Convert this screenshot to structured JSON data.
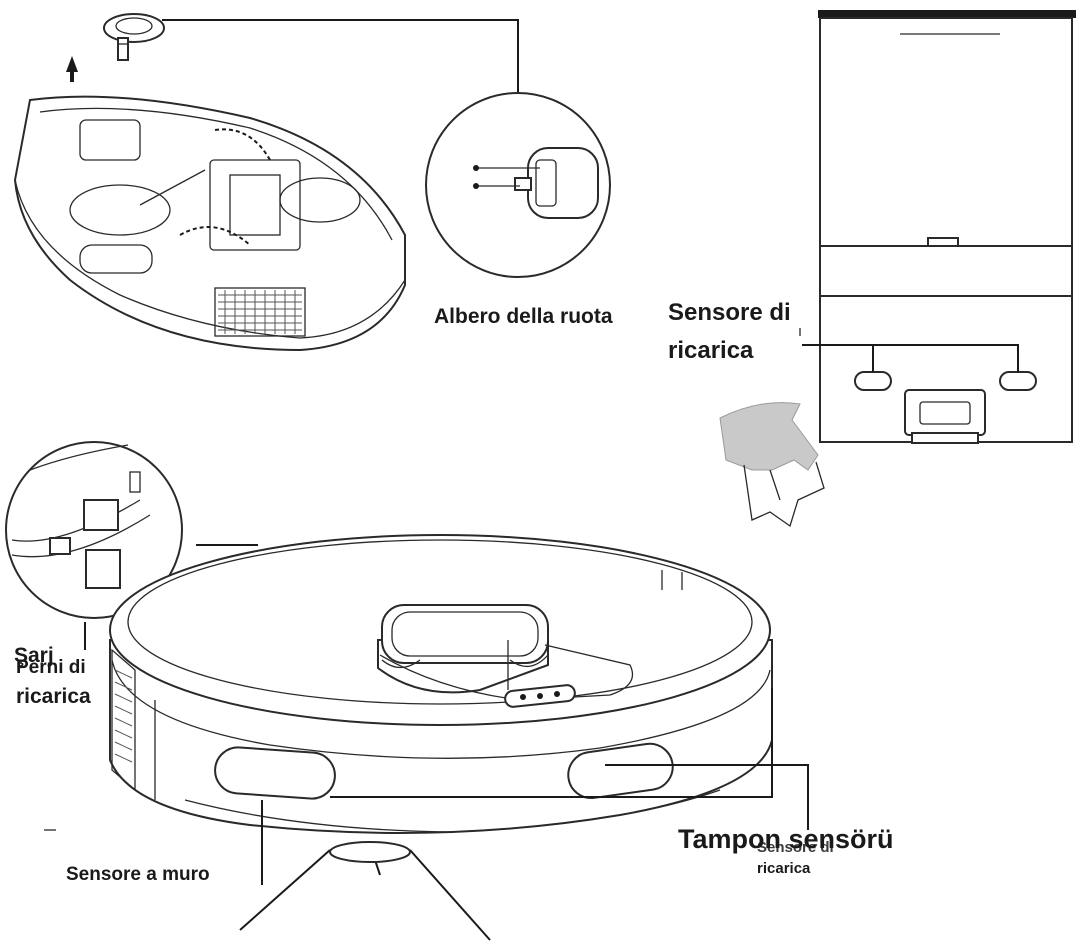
{
  "labels": {
    "wheel_axle": "Albero della ruota",
    "charge_sensor_line1": "Sensore di",
    "charge_sensor_line2": "ricarica",
    "charge_pins_overlap_a": "Şarj",
    "charge_pins_overlap_b": "Perni di",
    "charge_pins_line2": "ricarica",
    "wall_sensor": "Sensore a muro",
    "pad_sensor": "Tampon sensörü",
    "pad_sensor_under_line1": "Sensore di",
    "pad_sensor_under_line2": "ricarica"
  },
  "colors": {
    "ink": "#1a1a1a",
    "cloth": "#c9c9c9"
  }
}
